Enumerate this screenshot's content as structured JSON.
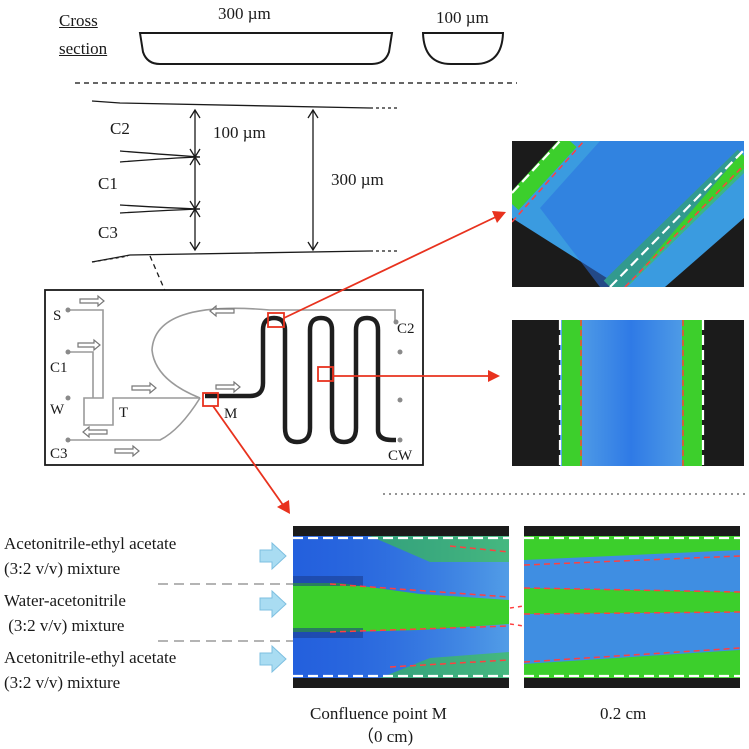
{
  "cross_section": {
    "label_line1": "Cross",
    "label_line2": "section",
    "wide_width": "300 µm",
    "narrow_width": "100 µm"
  },
  "dimensions": {
    "stream_top": "C2",
    "stream_mid": "C1",
    "stream_bottom": "C3",
    "stream_width": "100 µm",
    "channel_width": "300 µm"
  },
  "chip_ports": {
    "s": "S",
    "c1": "C1",
    "w": "W",
    "t": "T",
    "c3": "C3",
    "m": "M",
    "c2": "C2",
    "cw": "CW"
  },
  "inlet_legend": {
    "top_line1": "Acetonitrile-ethyl acetate",
    "top_line2": "(3:2 v/v) mixture",
    "mid_line1": "Water-acetonitrile",
    "mid_line2": " (3:2 v/v) mixture",
    "bottom_line1": "Acetonitrile-ethyl acetate",
    "bottom_line2": "(3:2 v/v) mixture"
  },
  "captions": {
    "confluence_line1": "Confluence point M",
    "confluence_line2": "（0 cm)",
    "distance": "0.2 cm"
  },
  "colors": {
    "organic_phase": "#1f5fe0",
    "aqueous_phase": "#39d22a",
    "wall": "#1b1b1b",
    "highlight": "#e8321e",
    "interface_line": "#ff3b3b",
    "inlet_arrow": "#a9dcf2"
  }
}
